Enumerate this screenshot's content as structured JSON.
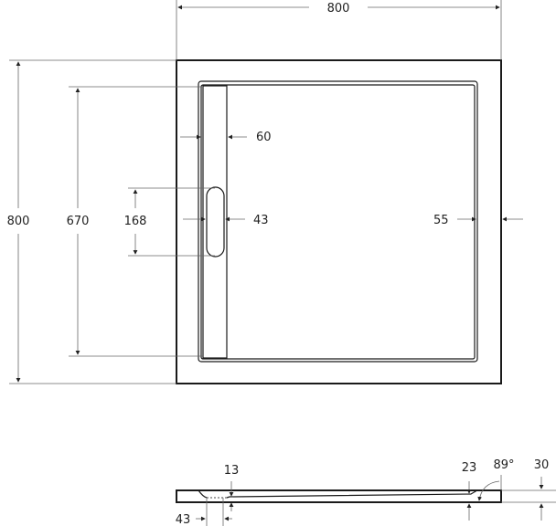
{
  "drawing": {
    "plan_view": {
      "width": "800",
      "depth": "800",
      "inner_length": "670",
      "slot_length": "168",
      "channel_width": "60",
      "slot_width": "43",
      "rim_width": "55"
    },
    "section_view": {
      "drain_depth": "13",
      "slope_depth": "23",
      "edge_angle": "89°",
      "total_height": "30",
      "drain_offset": "43"
    }
  }
}
